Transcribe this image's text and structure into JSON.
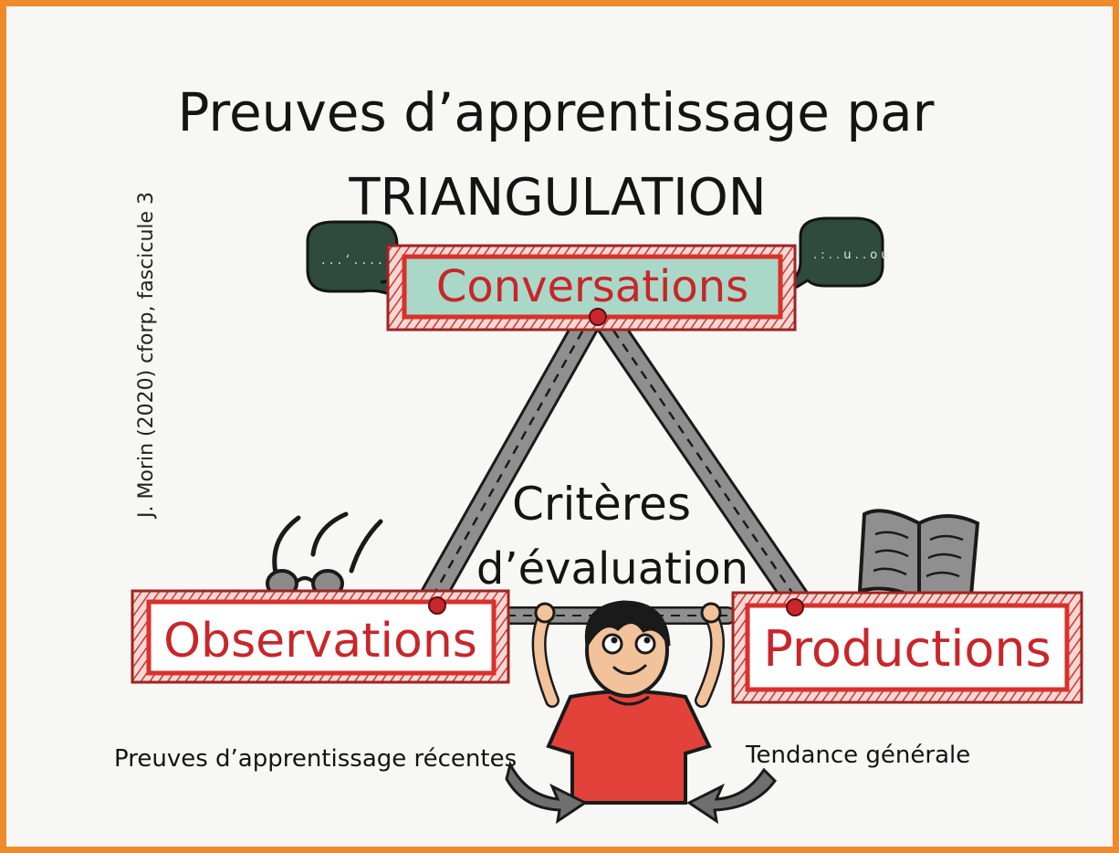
{
  "title_line1": "Preuves d’apprentissage par",
  "title_line2": "TRIANGULATION",
  "credit": "J. Morin (2020) cforp, fascicule 3",
  "nodes": {
    "top": "Conversations",
    "left": "Observations",
    "right": "Productions"
  },
  "center_line1": "Critères",
  "center_line2": "d’évaluation",
  "caption_left": "Preuves d’apprentissage récentes",
  "caption_right": "Tendance générale",
  "speech_left_glyphs": ". . . ‘  . . . .",
  "speech_right_glyphs": ". : . . u .  . o u",
  "colors": {
    "frame": "#ef8a2c",
    "box_red": "#d9312b",
    "box_green_fill": "#a9d8c8",
    "road": "#8c8c8c",
    "shirt": "#e2423a",
    "ink": "#141414"
  },
  "icons": [
    "speech-bubble-icon",
    "glasses-icon",
    "open-book-icon",
    "arrow-icon",
    "character-illustration"
  ]
}
